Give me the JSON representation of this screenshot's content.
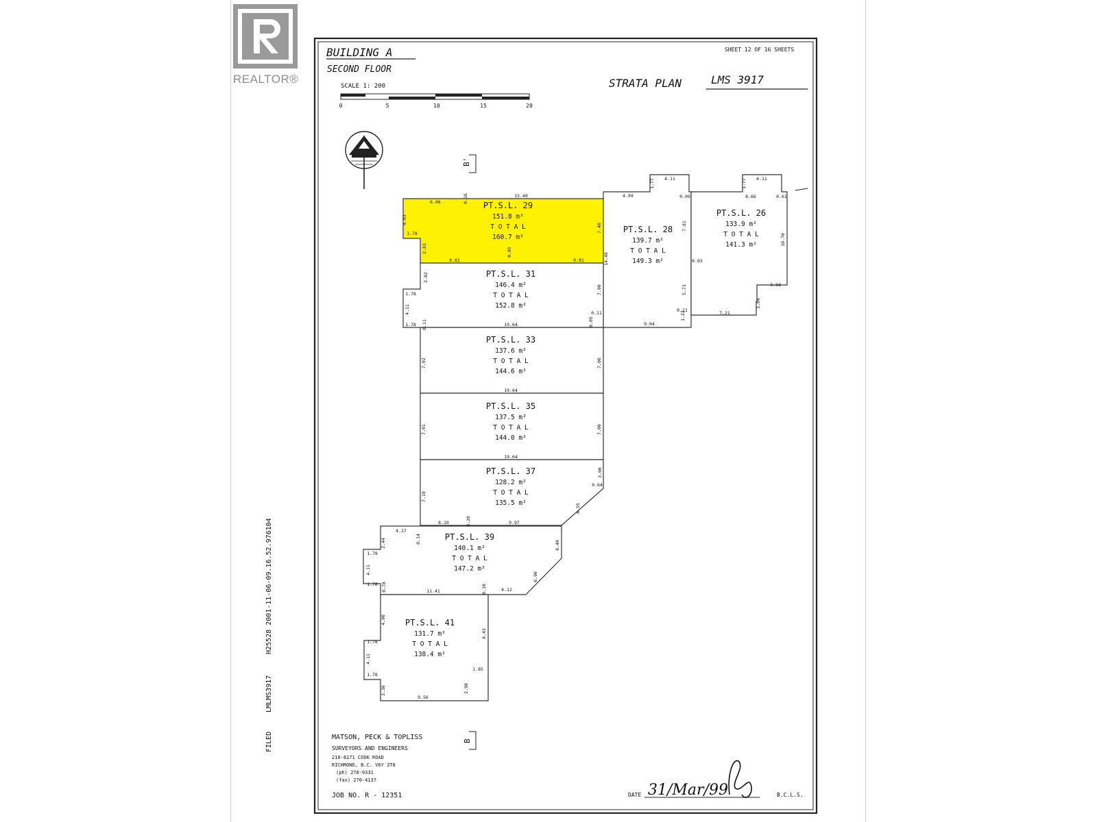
{
  "watermark": {
    "brand": "REALTOR®"
  },
  "header": {
    "building": "BUILDING   A",
    "floor": "SECOND   FLOOR",
    "sheet": "SHEET  12  OF  16  SHEETS",
    "plan_label": "STRATA  PLAN",
    "plan_number": "LMS  3917",
    "scale_label": "SCALE 1: 200",
    "scale_ticks": [
      "0",
      "5",
      "10",
      "15",
      "20"
    ]
  },
  "section_marks": {
    "top": "B'",
    "bottom": "B"
  },
  "lots": [
    {
      "name": "PT.S.L. 29",
      "area": "151.8 m²",
      "total_label": "T O T A L",
      "total": "160.7 m²",
      "highlighted": true
    },
    {
      "name": "PT.S.L. 28",
      "area": "139.7 m²",
      "total_label": "T O T A L",
      "total": "149.3 m²"
    },
    {
      "name": "PT.S.L. 26",
      "area": "133.9 m²",
      "total_label": "T O T A L",
      "total": "141.3 m²"
    },
    {
      "name": "PT.S.L. 31",
      "area": "146.4 m²",
      "total_label": "T O T A L",
      "total": "152.8 m²"
    },
    {
      "name": "PT.S.L. 33",
      "area": "137.6 m²",
      "total_label": "T O T A L",
      "total": "144.6 m²"
    },
    {
      "name": "PT.S.L. 35",
      "area": "137.5 m²",
      "total_label": "T O T A L",
      "total": "144.0 m²"
    },
    {
      "name": "PT.S.L. 37",
      "area": "128.2 m²",
      "total_label": "T O T A L",
      "total": "135.5 m²"
    },
    {
      "name": "PT.S.L. 39",
      "area": "140.1 m²",
      "total_label": "T O T A L",
      "total": "147.2 m²"
    },
    {
      "name": "PT.S.L. 41",
      "area": "131.7 m²",
      "total_label": "T O T A L",
      "total": "138.4 m²"
    }
  ],
  "dimensions": [
    "15.40",
    "6.06",
    "0.16",
    "4.03",
    "1.78",
    "2.83",
    "9.81",
    "0.05",
    "9.91",
    "7.48",
    "14.48",
    "4.99",
    "1.77",
    "4.11",
    "0.09",
    "7.81",
    "0.03",
    "5.73",
    "0.11",
    "1.22",
    "9.04",
    "8.66",
    "1.77",
    "4.11",
    "0.61",
    "10.70",
    "3.04",
    "3.04",
    "7.21",
    "2.82",
    "1.78",
    "4.11",
    "1.78",
    "0.11",
    "19.64",
    "7.00",
    "0.11",
    "0.05",
    "7.02",
    "7.00",
    "19.64",
    "7.01",
    "7.00",
    "19.64",
    "3.00",
    "0.64",
    "7.19",
    "6.55",
    "8.10",
    "0.20",
    "9.97",
    "4.27",
    "2.44",
    "0.14",
    "1.78",
    "4.11",
    "1.78",
    "0.78",
    "8.48",
    "6.90",
    "11.41",
    "0.10",
    "4.12",
    "4.90",
    "1.78",
    "4.11",
    "1.78",
    "8.43",
    "2.36",
    "2.98",
    "1.85",
    "9.56"
  ],
  "footer": {
    "firm": "MATSON, PECK & TOPLISS",
    "firm_sub": "SURVEYORS AND ENGINEERS",
    "address1": "210-8171  COOK  ROAD",
    "address2": "RICHMOND, B.C.   V6Y 3T8",
    "phone": "(ph)   270-9331",
    "fax": "(fax)   270-4137",
    "job": "JOB NO.   R - 12351",
    "date_label": "DATE",
    "date_value": "31/Mar/99",
    "bcls": "B.C.L.S."
  },
  "filing_stamp": {
    "filed": "FILED",
    "doc": "LMLMS3917",
    "ref": "H25528    2001-11-06-09.16.52.976104"
  },
  "colors": {
    "highlight": "#fff200",
    "line": "#222222",
    "watermark": "#9a9a9a"
  }
}
